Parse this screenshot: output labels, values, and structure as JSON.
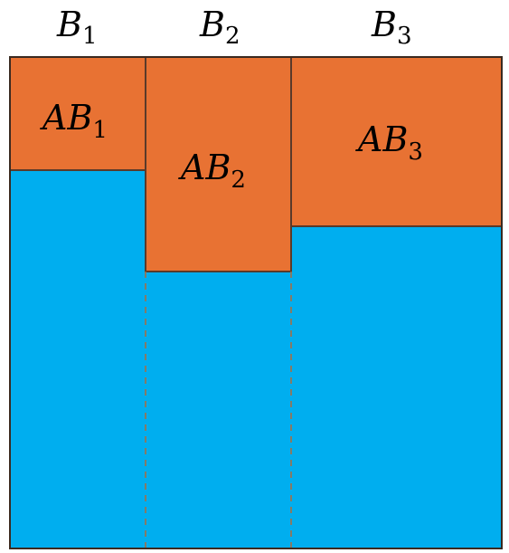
{
  "colors": {
    "orange": "#e87233",
    "blue": "#00aeef",
    "edge": "#5a3a2a",
    "dash": "#b06a3a",
    "background": "#ffffff"
  },
  "top_labels": [
    {
      "base": "B",
      "sub": "1"
    },
    {
      "base": "B",
      "sub": "2"
    },
    {
      "base": "B",
      "sub": "3"
    }
  ],
  "region_labels": [
    {
      "base": "AB",
      "sub": "1"
    },
    {
      "base": "AB",
      "sub": "2"
    },
    {
      "base": "AB",
      "sub": "3"
    }
  ]
}
